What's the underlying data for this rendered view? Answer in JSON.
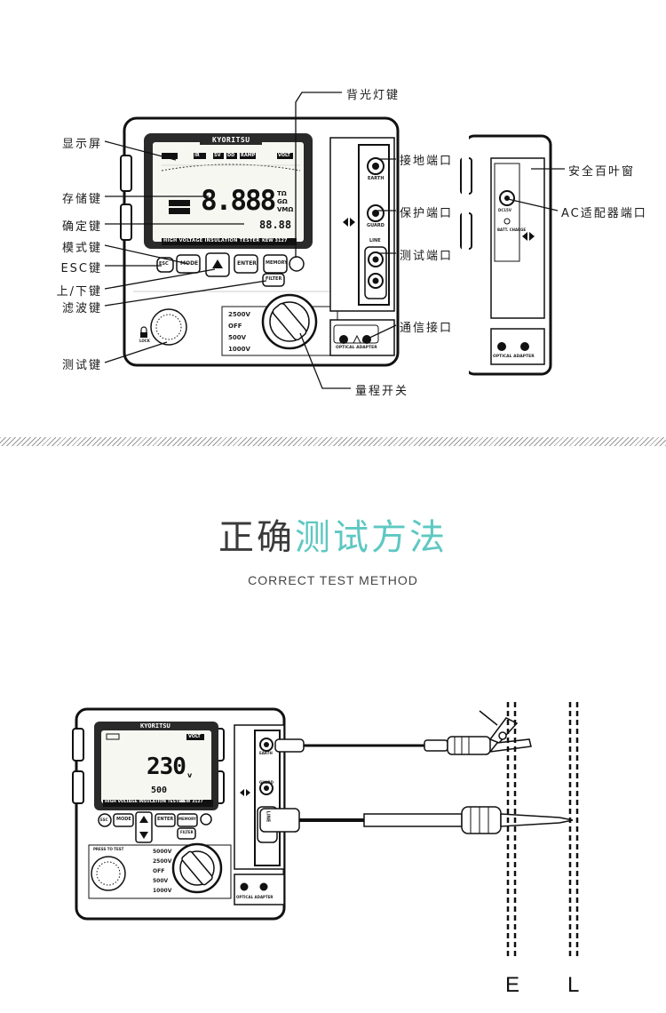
{
  "callouts_left": [
    "显示屏",
    "存储键",
    "确定键",
    "模式键",
    "ESC键",
    "上/下键",
    "滤波键",
    "测试键"
  ],
  "callouts_right": [
    "背光灯键",
    "接地端口",
    "保护端口",
    "测试端口",
    "通信接口",
    "量程开关",
    "安全百叶窗",
    "AC适配器端口"
  ],
  "section_title": {
    "part1": "正确",
    "part2": "测试方法"
  },
  "section_subtitle": "CORRECT TEST METHOD",
  "device": {
    "brand": "KYORITSU",
    "model": "KEW 3127",
    "panel_caption": "HIGH VOLTAGE INSULATION TESTER",
    "display_value": "8.888",
    "display_sub_value": "88.88",
    "display_units": "TΩ GΩ VMΩ",
    "lcd_mode_badges": [
      "IR",
      "SV",
      "DD",
      "RAMP",
      "VOLT"
    ],
    "buttons": {
      "esc": "ESC",
      "mode": "MODE",
      "enter": "ENTER",
      "memory": "MEMORY",
      "filter": "FILTER"
    },
    "ranges": [
      "2500V",
      "OFF",
      "500V",
      "1000V"
    ],
    "ports": {
      "earth": "EARTH",
      "guard": "GUARD",
      "line": "LINE"
    },
    "optical": "OPTICAL ADAPTER",
    "ac_port_label": "DC15V",
    "ac_port_sub": "BATT. CHARGE",
    "lock_label": "LOCK"
  },
  "device2": {
    "brand": "KYORITSU",
    "model": "KEW 3127",
    "panel_caption": "HIGH VOLTAGE INSULATION TESTER",
    "display_value": "230",
    "display_unit": "v",
    "display_sub_value": "500",
    "mode_badge": "VOLT",
    "buttons": [
      "ESC",
      "MODE",
      "ENTER",
      "MEMORY"
    ],
    "filter": "FILTER",
    "press_to_test": "PRESS TO TEST",
    "ranges": [
      "5000V",
      "2500V",
      "OFF",
      "500V",
      "1000V"
    ],
    "ports": {
      "earth": "EARTH",
      "guard": "GUARD",
      "line": "LINE"
    },
    "optical": "OPTICAL ADAPTER"
  },
  "conductor_labels": [
    "E",
    "L"
  ]
}
